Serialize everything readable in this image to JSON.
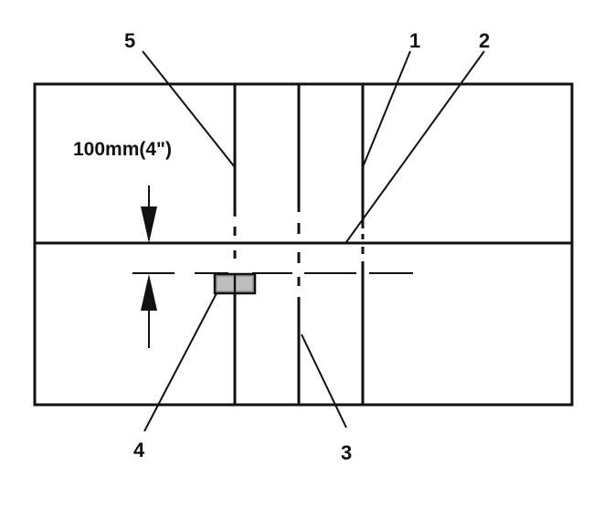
{
  "dimension": {
    "label": "100mm(4\")"
  },
  "callouts": {
    "c1": "1",
    "c2": "2",
    "c3": "3",
    "c4": "4",
    "c5": "5"
  },
  "colors": {
    "line": "#111111",
    "block_fill": "#9a9a9a",
    "background": "#ffffff"
  }
}
